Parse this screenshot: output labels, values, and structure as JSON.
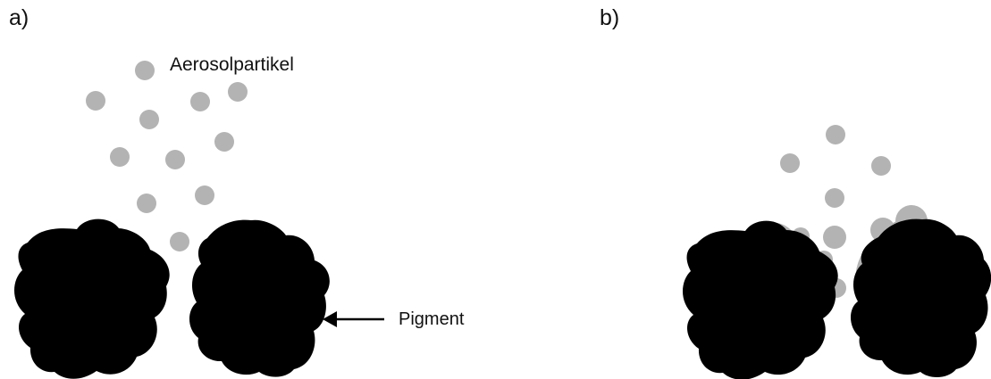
{
  "panel_a": {
    "label": "a)",
    "aerosol_label": "Aerosolpartikel",
    "pigment_label": "Pigment"
  },
  "panel_b": {
    "label": "b)"
  },
  "colors": {
    "aerosol": "#b3b3b3",
    "pigment": "#000000",
    "text": "#111111",
    "background": "#ffffff"
  }
}
